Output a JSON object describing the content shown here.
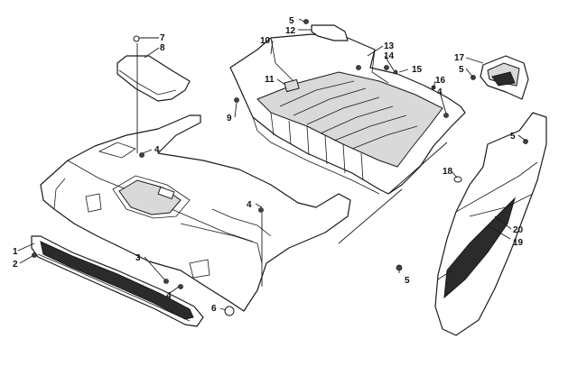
{
  "callouts": [
    {
      "label": "1"
    },
    {
      "label": "2"
    },
    {
      "label": "3"
    },
    {
      "label": "4"
    },
    {
      "label": "4"
    },
    {
      "label": "4"
    },
    {
      "label": "4"
    },
    {
      "label": "4"
    },
    {
      "label": "5"
    },
    {
      "label": "5"
    },
    {
      "label": "5"
    },
    {
      "label": "5"
    },
    {
      "label": "6"
    },
    {
      "label": "7"
    },
    {
      "label": "8"
    },
    {
      "label": "9"
    },
    {
      "label": "10"
    },
    {
      "label": "11"
    },
    {
      "label": "12"
    },
    {
      "label": "13"
    },
    {
      "label": "14"
    },
    {
      "label": "15"
    },
    {
      "label": "16"
    },
    {
      "label": "17"
    },
    {
      "label": "18"
    },
    {
      "label": "19"
    },
    {
      "label": "20"
    }
  ]
}
